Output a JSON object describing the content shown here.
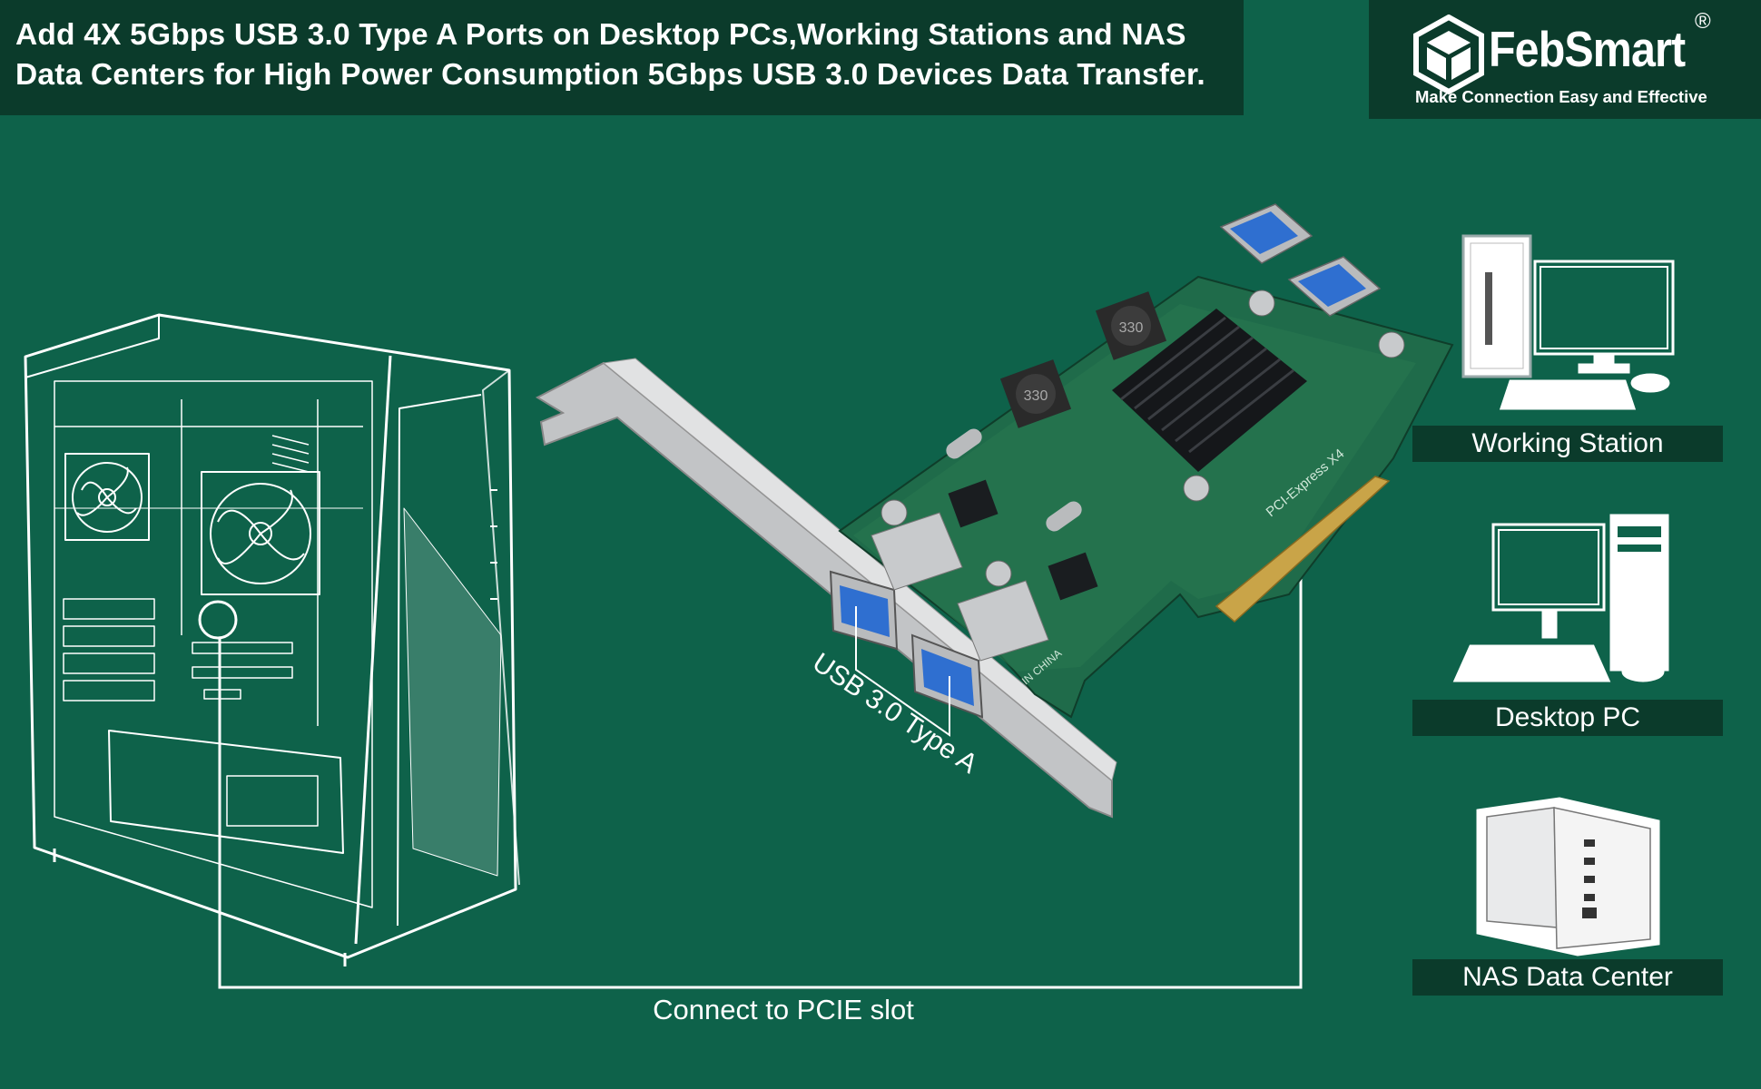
{
  "headline": {
    "line1": "Add 4X 5Gbps USB 3.0 Type A Ports on Desktop PCs,Working Stations and NAS",
    "line2": "Data Centers for High Power Consumption 5Gbps USB 3.0 Devices Data Transfer."
  },
  "brand": {
    "name": "FebSmart",
    "registered": "®",
    "tagline": "Make Connection Easy and Effective"
  },
  "devices": [
    {
      "label": "Working Station",
      "icon": "workstation-icon"
    },
    {
      "label": "Desktop PC",
      "icon": "desktop-pc-icon"
    },
    {
      "label": "NAS Data Center",
      "icon": "nas-icon"
    }
  ],
  "card": {
    "port_label": "USB 3.0 Type A",
    "inductor_marking": "330",
    "slot_marking": "PCI-Express X4",
    "origin_marking": "IN CHINA"
  },
  "connect_label": "Connect to PCIE slot",
  "colors": {
    "background": "#0e624a",
    "banner": "#0b3b2b",
    "pcb": "#1f6b4a",
    "usb_port": "#2f6fd0",
    "bracket": "#c2c4c6",
    "text": "#ffffff"
  }
}
